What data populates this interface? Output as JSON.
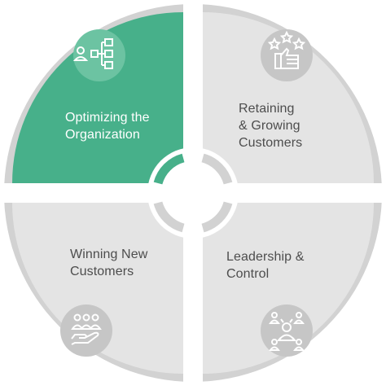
{
  "colors": {
    "accent": "#47b08a",
    "accent_ring": "#a9d9c4",
    "segment_gray": "#e4e4e4",
    "ring_gray": "#d2d2d2",
    "badge_gray": "#c6c6c6",
    "text_dark": "#4d4d4d",
    "text_light": "#ffffff"
  },
  "quadrants": [
    {
      "id": "top-left",
      "label": "Optimizing the\nOrganization",
      "icon": "org-chart-icon",
      "highlighted": true
    },
    {
      "id": "top-right",
      "label": "Retaining\n& Growing\nCustomers",
      "icon": "thumbs-up-stars-icon",
      "highlighted": false
    },
    {
      "id": "bottom-left",
      "label": "Winning New\nCustomers",
      "icon": "hand-people-icon",
      "highlighted": false
    },
    {
      "id": "bottom-right",
      "label": "Leadership &\nControl",
      "icon": "people-network-icon",
      "highlighted": false
    }
  ]
}
